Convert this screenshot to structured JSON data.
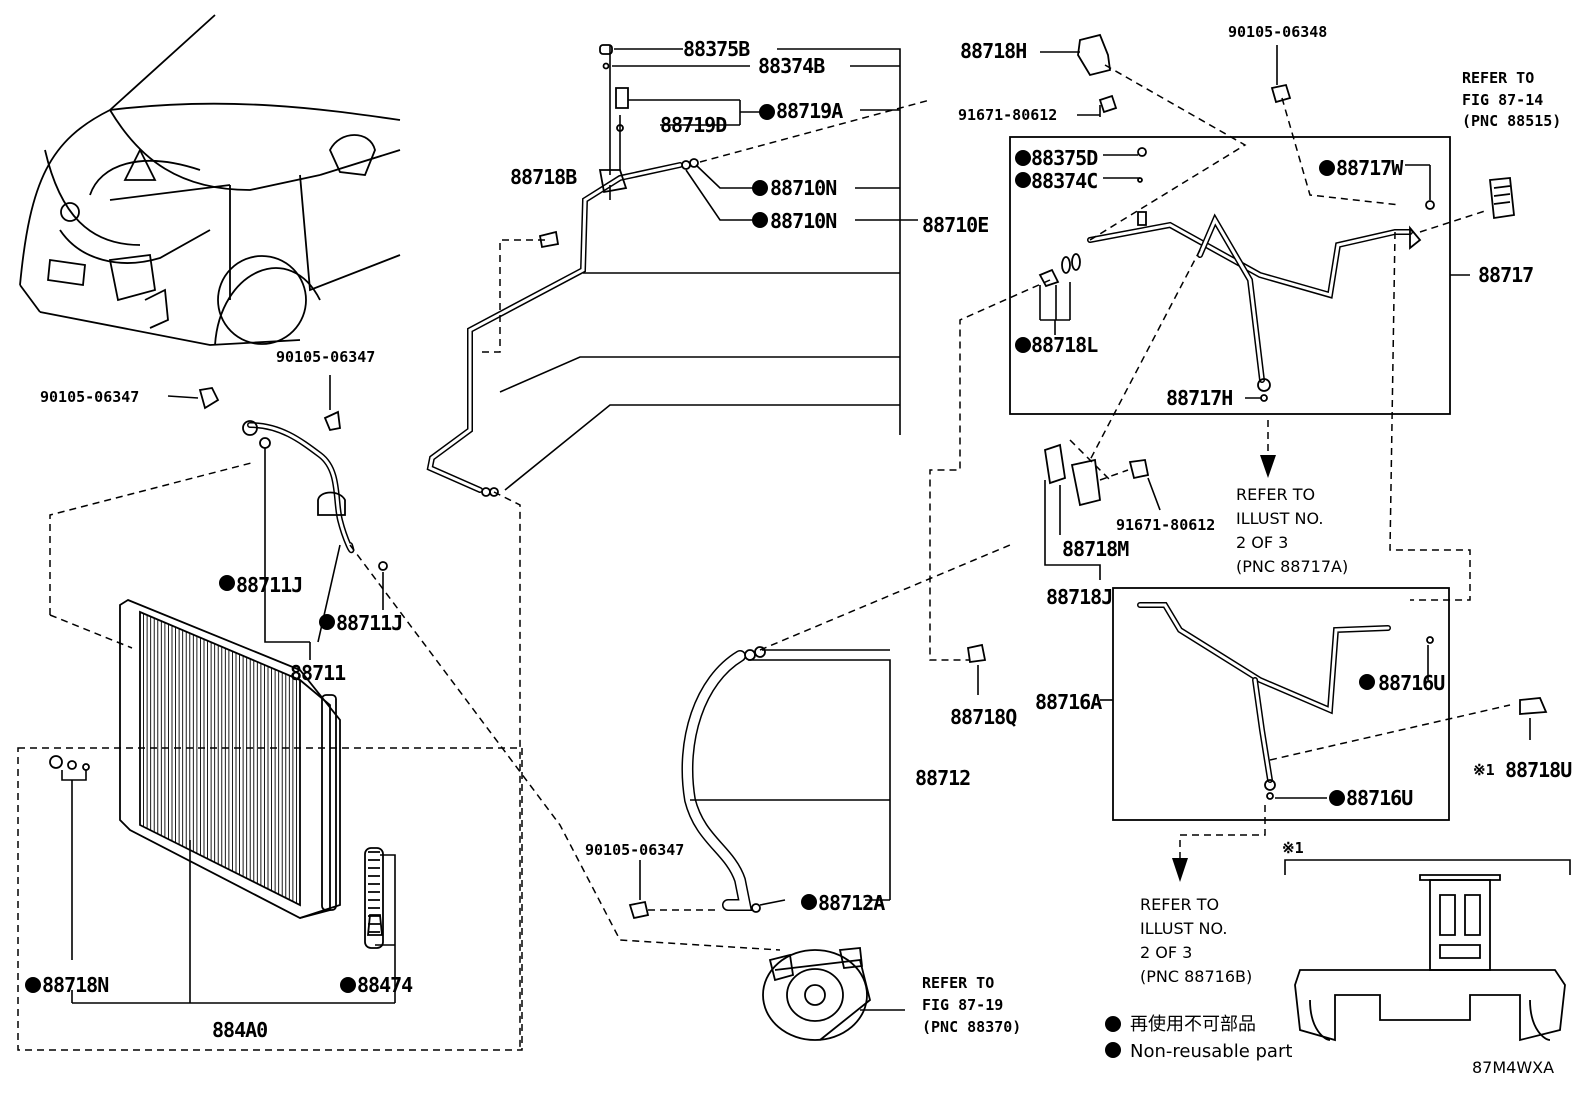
{
  "labels": {
    "p88375B": "88375B",
    "p88374B": "88374B",
    "p88719A": "88719A",
    "p88719D": "88719D",
    "p88718B": "88718B",
    "p88710N_1": "88710N",
    "p88710N_2": "88710N",
    "p88710E": "88710E",
    "p88718H": "88718H",
    "p91671_top": "91671-80612",
    "p90105_top_right": "90105-06348",
    "p88375D": "88375D",
    "p88374C": "88374C",
    "p88717W": "88717W",
    "p88717": "88717",
    "p88718L": "88718L",
    "p88717H": "88717H",
    "p91671_mid": "91671-80612",
    "p88718M": "88718M",
    "p88718J": "88718J",
    "p88718Q": "88718Q",
    "p88716A": "88716A",
    "p88716U_1": "88716U",
    "p88716U_2": "88716U",
    "p88718U": "88718U",
    "p88718U_mark": "※1",
    "p90105_left_a": "90105-06347",
    "p90105_left_b": "90105-06347",
    "p88711J_1": "88711J",
    "p88711J_2": "88711J",
    "p88711": "88711",
    "p88712": "88712",
    "p88712A": "88712A",
    "p90105_mid": "90105-06347",
    "p88718N": "88718N",
    "p88474": "88474",
    "p884A0": "884A0",
    "detail_mark": "※1",
    "illust_code": "87M4WXA"
  },
  "refs": {
    "fig_87_14": [
      "REFER TO",
      "FIG 87-14",
      "(PNC 88515)"
    ],
    "illust_88717A": [
      "REFER TO",
      "ILLUST NO.",
      "2 OF 3",
      "(PNC 88717A)"
    ],
    "illust_88716B": [
      "REFER TO",
      "ILLUST NO.",
      "2 OF 3",
      "(PNC 88716B)"
    ],
    "fig_87_19": [
      "REFER TO",
      "FIG 87-19",
      "(PNC 88370)"
    ]
  },
  "legend": {
    "jp": "再使用不可部品",
    "en": "Non-reusable part"
  }
}
